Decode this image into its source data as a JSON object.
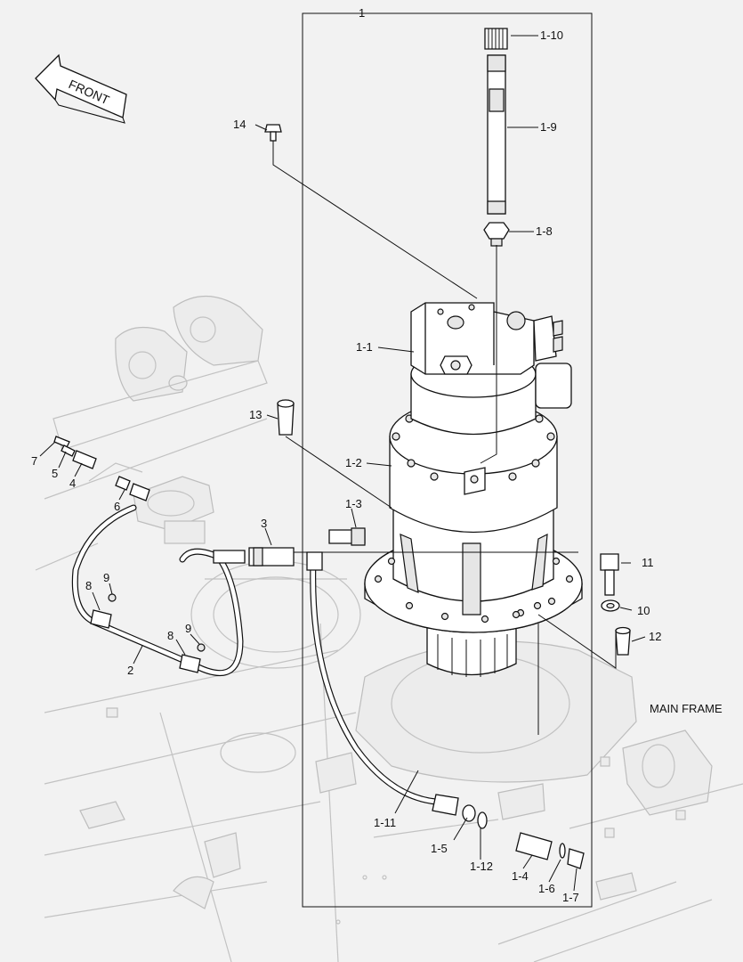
{
  "callouts": {
    "c1": "1",
    "c1_1": "1-1",
    "c1_2": "1-2",
    "c1_3": "1-3",
    "c1_4": "1-4",
    "c1_5": "1-5",
    "c1_6": "1-6",
    "c1_7": "1-7",
    "c1_8": "1-8",
    "c1_9": "1-9",
    "c1_10": "1-10",
    "c1_11": "1-11",
    "c1_12": "1-12",
    "c2": "2",
    "c3": "3",
    "c4": "4",
    "c5": "5",
    "c6": "6",
    "c7": "7",
    "c8a": "8",
    "c8b": "8",
    "c9a": "9",
    "c9b": "9",
    "c10": "10",
    "c11": "11",
    "c12": "12",
    "c13": "13",
    "c14": "14"
  },
  "front_arrow": {
    "label": "FRONT"
  },
  "frame_label": "MAIN FRAME",
  "colors": {
    "background": "#f2f2f2",
    "ink": "#111111",
    "ghost": "#c2c2c2"
  }
}
